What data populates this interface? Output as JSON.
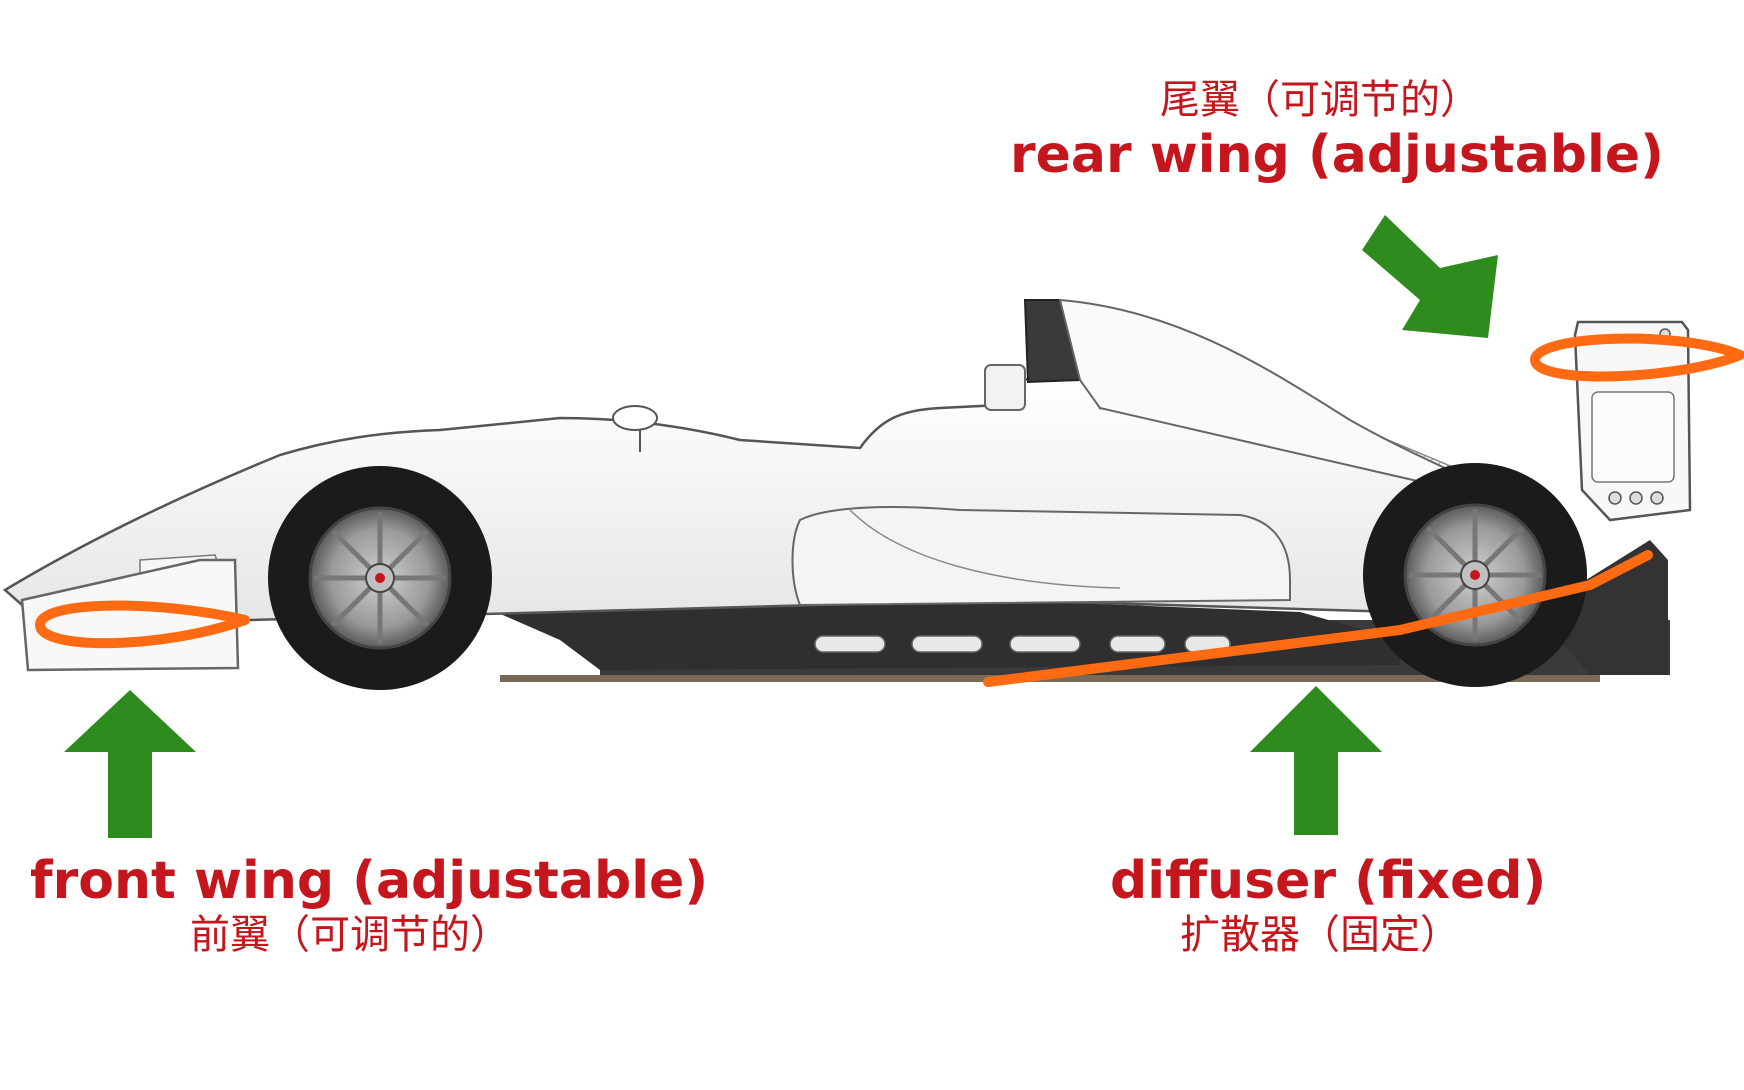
{
  "colors": {
    "label_text": "#c4161c",
    "arrow": "#2e8b1e",
    "highlight": "#ff6a13",
    "car_body": "#f7f7f7",
    "car_outline": "#555555",
    "carbon": "#3a3a3a",
    "tyre": "#1b1b1b"
  },
  "labels": {
    "rear_wing": {
      "zh": "尾翼（可调节的）",
      "en": "rear wing (adjustable)"
    },
    "front_wing": {
      "en": "front wing (adjustable)",
      "zh": "前翼（可调节的）"
    },
    "diffuser": {
      "en": "diffuser (fixed)",
      "zh": "扩散器（固定）"
    }
  },
  "icons": {
    "downforce_arrow": "arrow-icon",
    "highlight_marker": "outline-marker"
  }
}
